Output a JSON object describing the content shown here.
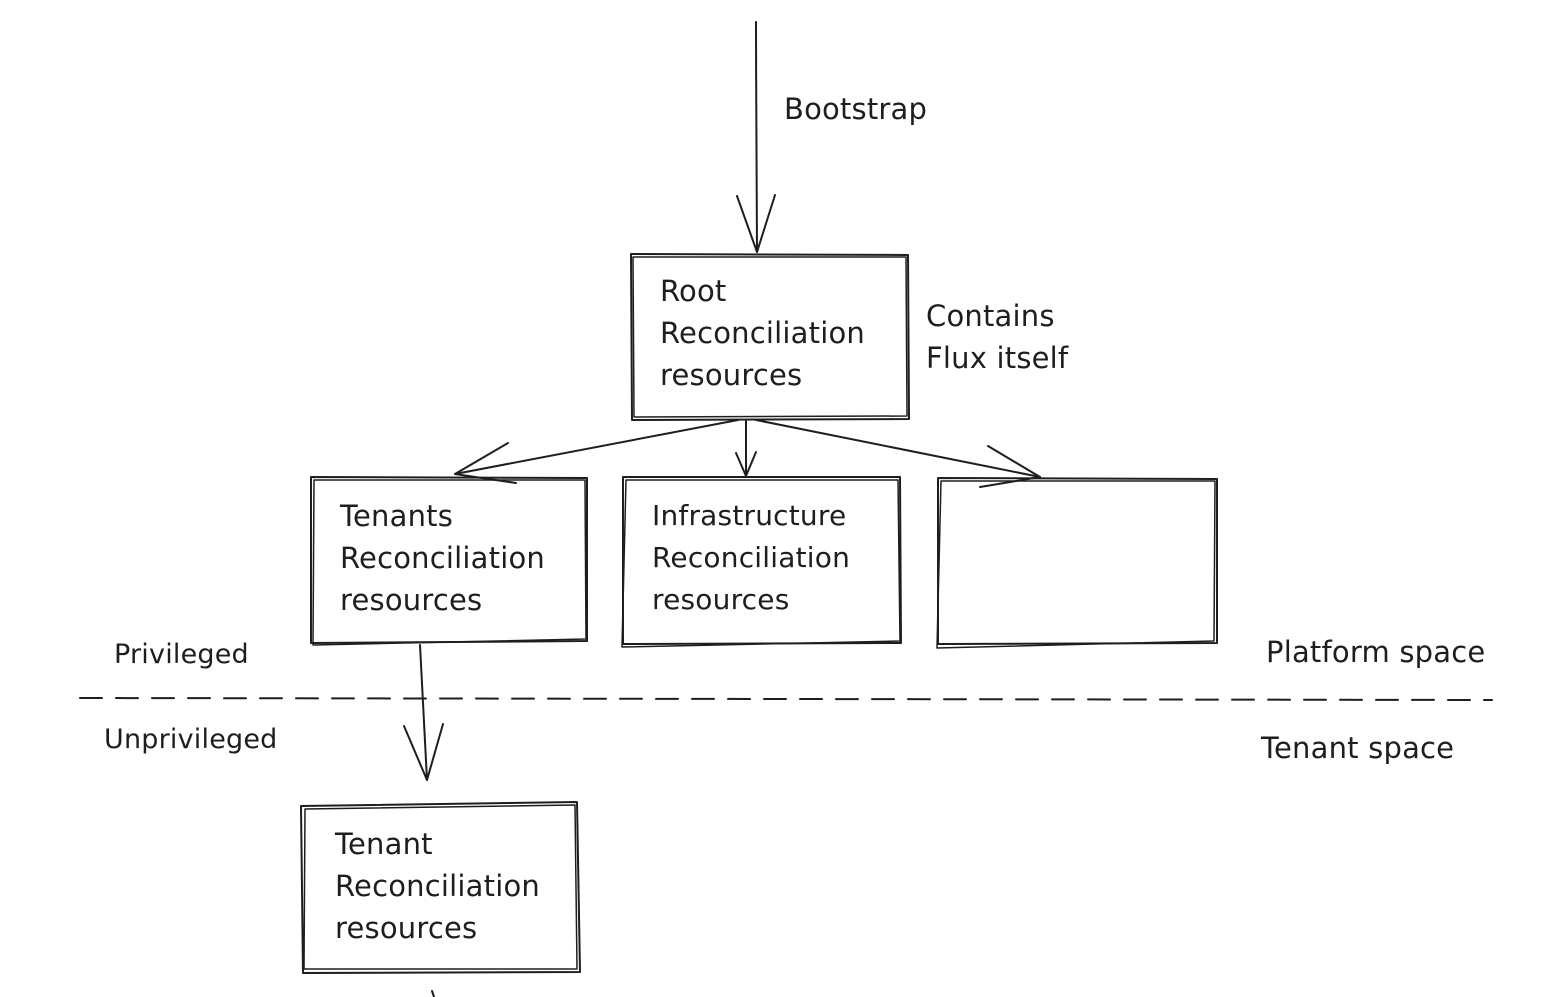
{
  "labels": {
    "bootstrap": "Bootstrap",
    "contains_line1": "Contains",
    "contains_line2": "Flux itself",
    "privileged": "Privileged",
    "unprivileged": "Unprivileged",
    "platform_space": "Platform space",
    "tenant_space": "Tenant space"
  },
  "boxes": {
    "root": {
      "line1": "Root",
      "line2": "Reconciliation",
      "line3": "resources"
    },
    "tenants": {
      "line1": "Tenants",
      "line2": "Reconciliation",
      "line3": "resources"
    },
    "infrastructure": {
      "line1": "Infrastructure",
      "line2": "Reconciliation",
      "line3": "resources"
    },
    "tenant": {
      "line1": "Tenant",
      "line2": "Reconciliation",
      "line3": "resources"
    }
  },
  "colors": {
    "stroke": "#1e1e1e",
    "background": "#ffffff"
  }
}
